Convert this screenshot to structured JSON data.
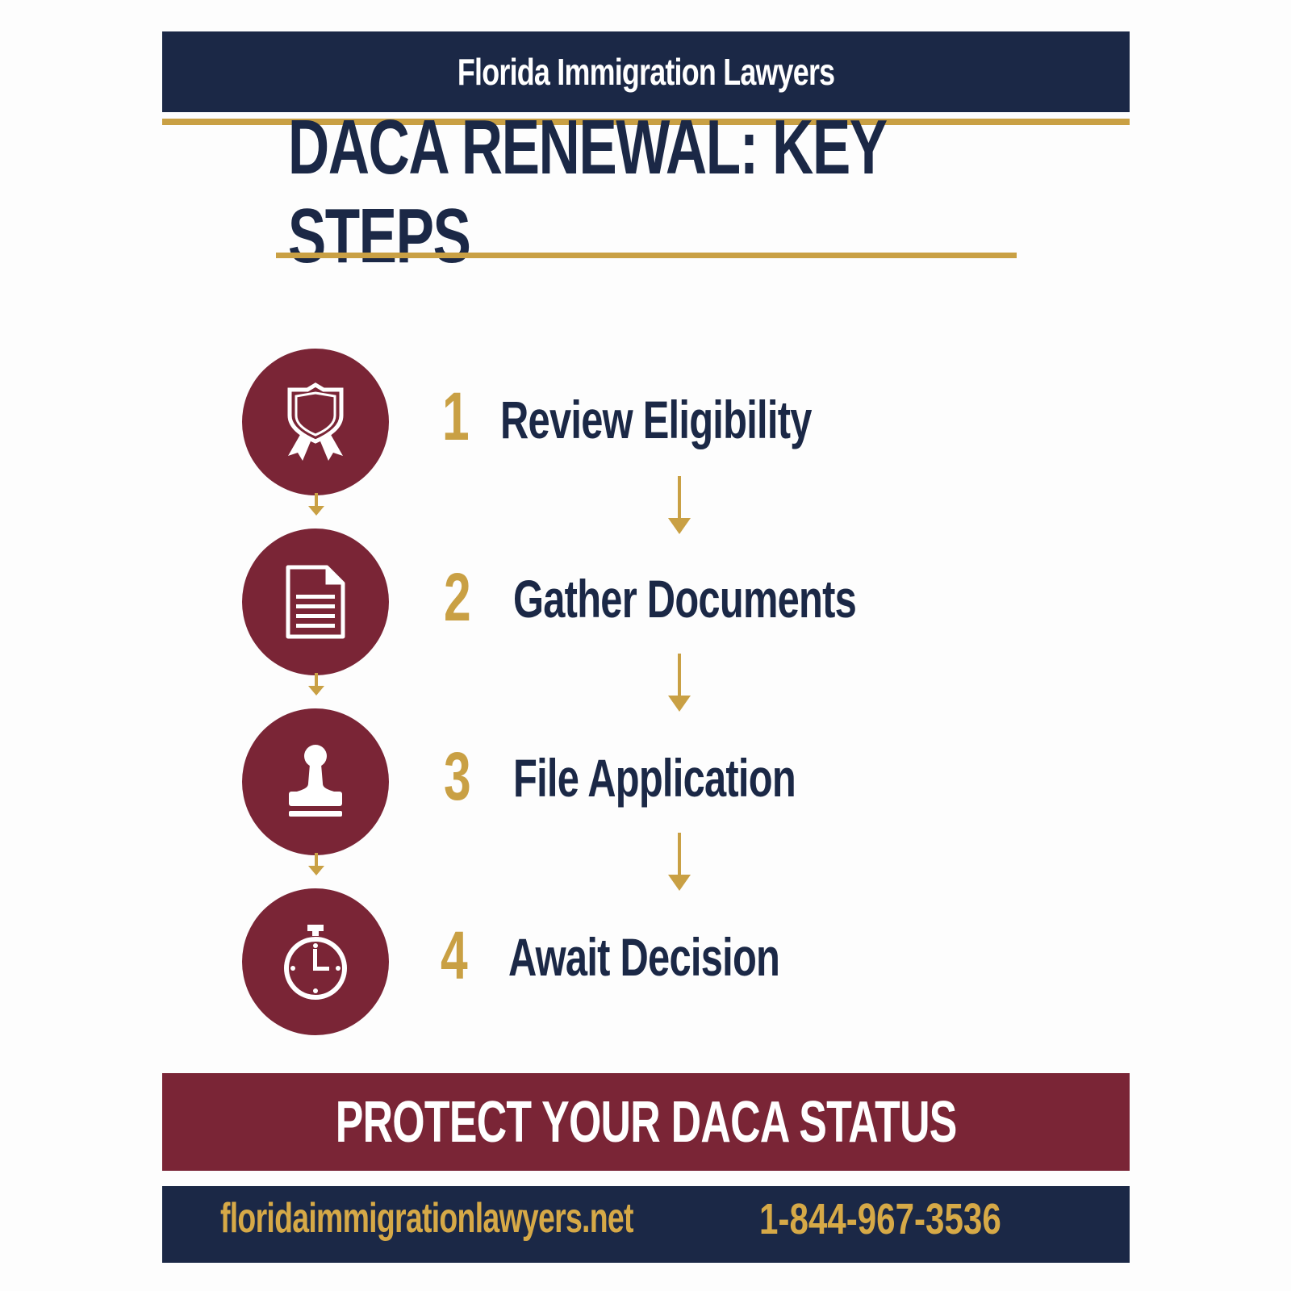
{
  "header": {
    "firm_name": "Florida Immigration Lawyers"
  },
  "title": {
    "text": "DACA RENEWAL: KEY STEPS"
  },
  "steps": [
    {
      "number": "1",
      "label": "Review Eligibility",
      "icon": "award-shield-icon"
    },
    {
      "number": "2",
      "label": "Gather Documents",
      "icon": "document-icon"
    },
    {
      "number": "3",
      "label": "File Application",
      "icon": "stamp-icon"
    },
    {
      "number": "4",
      "label": "Await Decision",
      "icon": "stopwatch-icon"
    }
  ],
  "cta": {
    "text": "PROTECT YOUR DACA STATUS"
  },
  "footer": {
    "website": "floridaimmigrationlawyers.net",
    "phone": "1-844-967-3536"
  },
  "colors": {
    "navy": "#1b2846",
    "gold": "#c9a044",
    "maroon": "#7a2536",
    "background": "#fdfdfd"
  }
}
